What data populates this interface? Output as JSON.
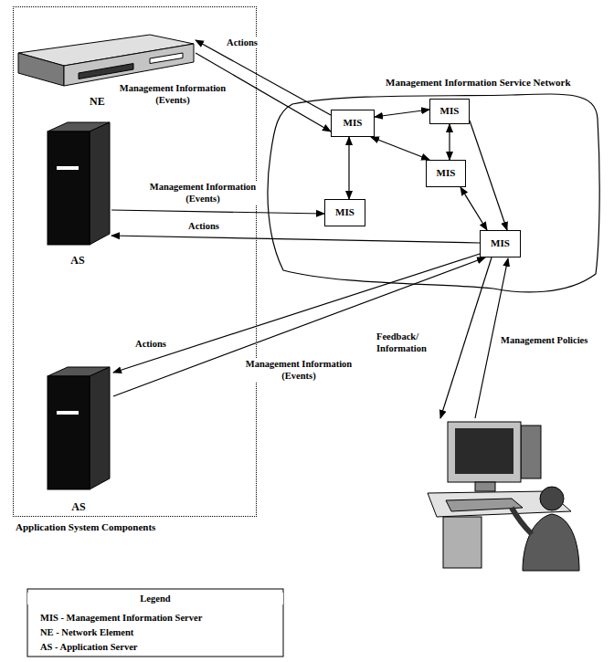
{
  "diagram": {
    "nodes": [
      {
        "text": [
          "Application System Components"
        ]
      },
      {
        "text": [
          "NE"
        ],
        "in": 0
      },
      {
        "text": [
          "Management Information Service Network"
        ]
      },
      {
        "text": [
          "MIS"
        ],
        "in": 2
      },
      {
        "text": [
          "MIS"
        ],
        "in": 2
      },
      {
        "text": [
          "MIS"
        ],
        "in": 2
      },
      {
        "text": [
          "MIS"
        ],
        "in": 2
      },
      {
        "text": [
          "MIS"
        ],
        "in": 2
      },
      {
        "text": [
          "AS"
        ],
        "in": 0
      },
      {
        "text": [
          "AS"
        ],
        "in": 0
      }
    ],
    "edges": [
      {
        "from": 3,
        "to": 1,
        "label": "Actions",
        "arrow": "to"
      },
      {
        "from": 1,
        "to": 3,
        "label": "Management Information (Events)",
        "arrow": "to"
      },
      {
        "from": 3,
        "to": 4,
        "arrow": "both"
      },
      {
        "from": 3,
        "to": 6,
        "arrow": "both"
      },
      {
        "from": 3,
        "to": 5,
        "arrow": "both"
      },
      {
        "from": 4,
        "to": 5,
        "arrow": "both"
      },
      {
        "from": 4,
        "to": 7,
        "arrow": "to"
      },
      {
        "from": 5,
        "to": 7,
        "arrow": "both"
      },
      {
        "from": 8,
        "to": 6,
        "label": "Management Information (Events)",
        "arrow": "to"
      },
      {
        "from": 7,
        "to": 8,
        "label": "Actions",
        "arrow": "to"
      },
      {
        "from": 7,
        "to": 9,
        "label": "Actions",
        "arrow": "to"
      },
      {
        "from": 9,
        "to": 7,
        "label": "Management Information (Events)",
        "arrow": "to"
      }
    ],
    "labels": [
      "Feedback/ Information",
      "Management Policies",
      "Legend"
    ],
    "legend": [
      {
        "text": "MIS - Management Information Server"
      },
      {
        "text": "NE - Network Element"
      },
      {
        "text": "AS - Application Server"
      }
    ]
  }
}
